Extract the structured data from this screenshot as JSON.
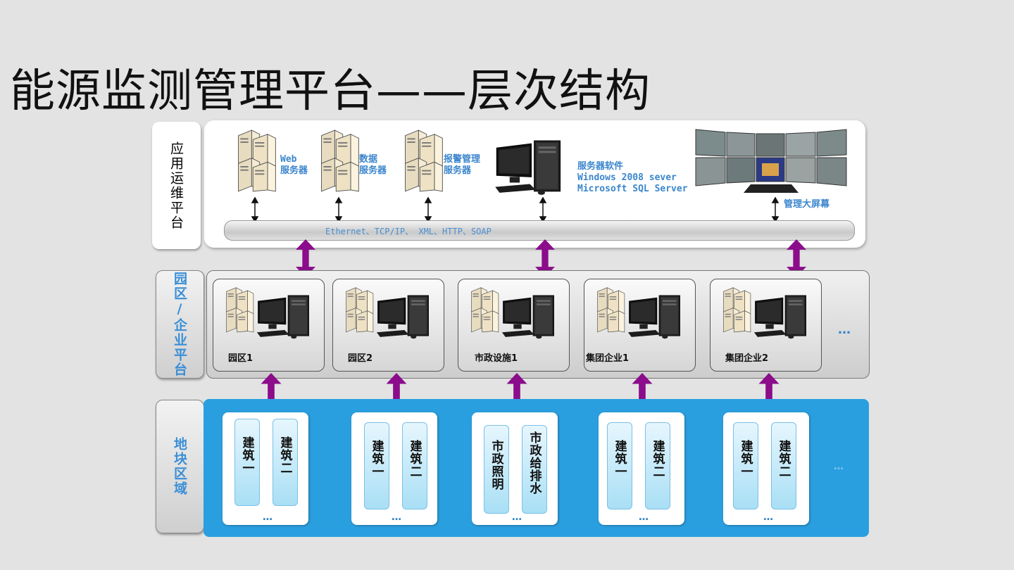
{
  "title": "能源监测管理平台——层次结构",
  "layers": {
    "app": "应用运维平台",
    "park": "园区/企业平台",
    "block": "地块区域"
  },
  "top": {
    "servers": [
      {
        "line1": "Web",
        "line2": "服务器"
      },
      {
        "line1": "数据",
        "line2": "服务器"
      },
      {
        "line1": "报警管理",
        "line2": "服务器"
      }
    ],
    "software": [
      "服务器软件",
      "Windows 2008 sever",
      "Microsoft SQL Server"
    ],
    "screen_label": "管理大屏幕",
    "bus_label": "Ethernet、TCP/IP、 XML、HTTP、SOAP"
  },
  "sites": [
    "园区1",
    "园区2",
    "市政设施1",
    "集团企业1",
    "集团企业2"
  ],
  "more": "…",
  "blocks": [
    {
      "a": "建筑一",
      "b": "建筑二"
    },
    {
      "a": "建筑一",
      "b": "建筑二"
    },
    {
      "a": "市政照明",
      "b": "市政给排水"
    },
    {
      "a": "建筑一",
      "b": "建筑二"
    },
    {
      "a": "建筑一",
      "b": "建筑二"
    }
  ],
  "block_more": "…",
  "colors": {
    "arrow": "#8b0d8b",
    "accent": "#3b86cc",
    "bottom_bg": "#2a9fdf"
  }
}
